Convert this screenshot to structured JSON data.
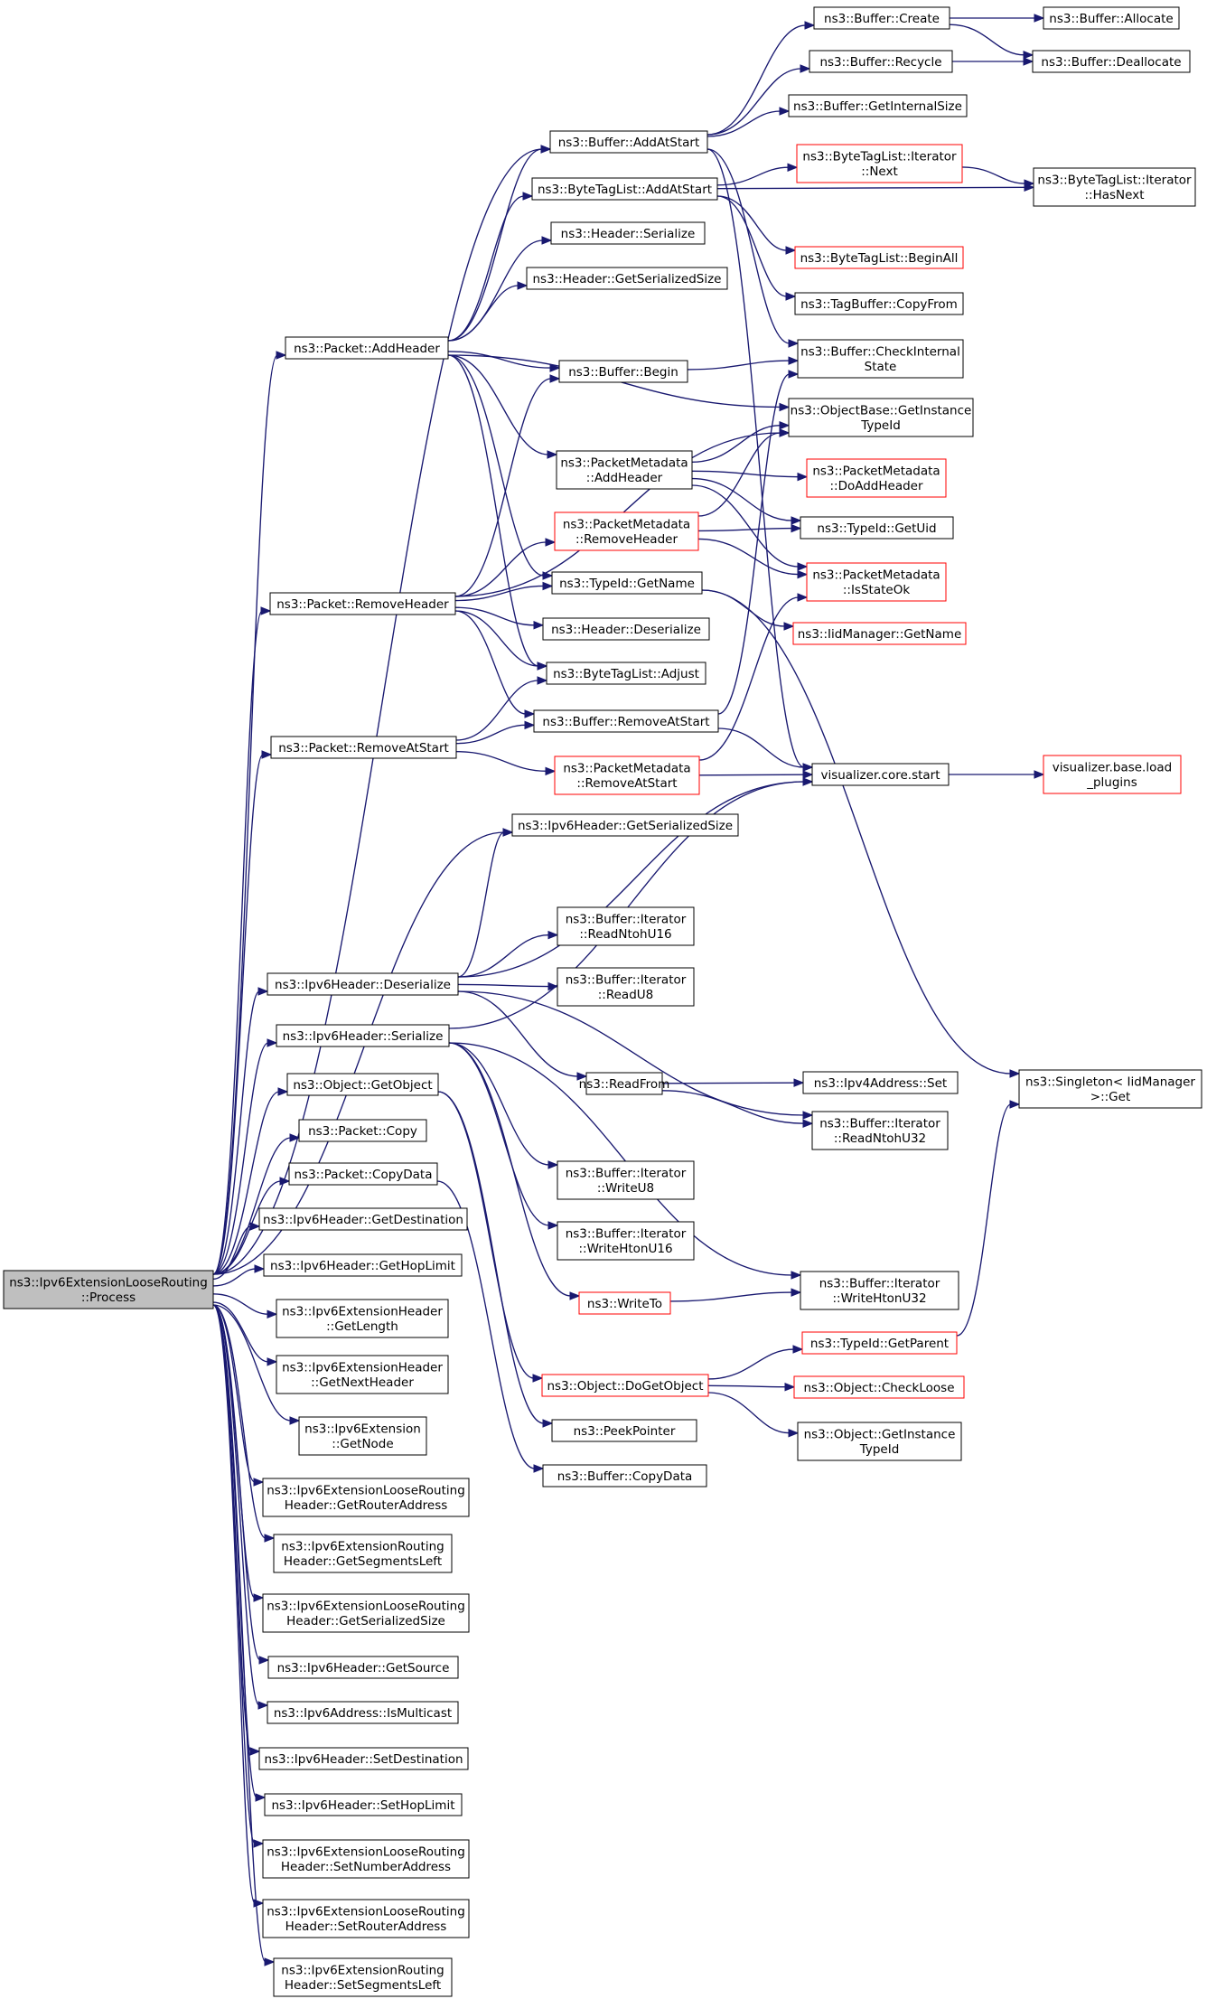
{
  "diagram": {
    "colors": {
      "edge": "#191970",
      "node_border": "#000000",
      "node_border_red": "#ff0000",
      "root_fill": "#bfbfbf",
      "node_fill": "#ffffff"
    },
    "nodes": [
      {
        "id": "root",
        "lines": [
          "ns3::Ipv6ExtensionLooseRouting",
          "::Process"
        ],
        "style": "root"
      },
      {
        "id": "buf_create",
        "lines": [
          "ns3::Buffer::Create"
        ]
      },
      {
        "id": "buf_allocate",
        "lines": [
          "ns3::Buffer::Allocate"
        ]
      },
      {
        "id": "buf_recycle",
        "lines": [
          "ns3::Buffer::Recycle"
        ]
      },
      {
        "id": "buf_deallocate",
        "lines": [
          "ns3::Buffer::Deallocate"
        ]
      },
      {
        "id": "buf_addatstart",
        "lines": [
          "ns3::Buffer::AddAtStart"
        ]
      },
      {
        "id": "buf_getinternalsize",
        "lines": [
          "ns3::Buffer::GetInternalSize"
        ]
      },
      {
        "id": "btl_it_next",
        "lines": [
          "ns3::ByteTagList::Iterator",
          "::Next"
        ],
        "style": "red"
      },
      {
        "id": "btl_addatstart",
        "lines": [
          "ns3::ByteTagList::AddAtStart"
        ]
      },
      {
        "id": "btl_it_hasnext",
        "lines": [
          "ns3::ByteTagList::Iterator",
          "::HasNext"
        ]
      },
      {
        "id": "hdr_serialize",
        "lines": [
          "ns3::Header::Serialize"
        ]
      },
      {
        "id": "btl_beginall",
        "lines": [
          "ns3::ByteTagList::BeginAll"
        ],
        "style": "red"
      },
      {
        "id": "hdr_getsersize",
        "lines": [
          "ns3::Header::GetSerializedSize"
        ]
      },
      {
        "id": "tagbuf_copyfrom",
        "lines": [
          "ns3::TagBuffer::CopyFrom"
        ]
      },
      {
        "id": "pkt_addheader",
        "lines": [
          "ns3::Packet::AddHeader"
        ]
      },
      {
        "id": "buf_checkinternal",
        "lines": [
          "ns3::Buffer::CheckInternal",
          "State"
        ]
      },
      {
        "id": "buf_begin",
        "lines": [
          "ns3::Buffer::Begin"
        ]
      },
      {
        "id": "obj_getinstancetypeid",
        "lines": [
          "ns3::ObjectBase::GetInstance",
          "TypeId"
        ]
      },
      {
        "id": "pm_addheader",
        "lines": [
          "ns3::PacketMetadata",
          "::AddHeader"
        ]
      },
      {
        "id": "pm_doaddheader",
        "lines": [
          "ns3::PacketMetadata",
          "::DoAddHeader"
        ],
        "style": "red"
      },
      {
        "id": "pm_removeheader",
        "lines": [
          "ns3::PacketMetadata",
          "::RemoveHeader"
        ],
        "style": "red"
      },
      {
        "id": "typeid_getuid",
        "lines": [
          "ns3::TypeId::GetUid"
        ]
      },
      {
        "id": "pkt_removeheader",
        "lines": [
          "ns3::Packet::RemoveHeader"
        ]
      },
      {
        "id": "typeid_getname",
        "lines": [
          "ns3::TypeId::GetName"
        ]
      },
      {
        "id": "pm_isstateok",
        "lines": [
          "ns3::PacketMetadata",
          "::IsStateOk"
        ],
        "style": "red"
      },
      {
        "id": "hdr_deserialize",
        "lines": [
          "ns3::Header::Deserialize"
        ]
      },
      {
        "id": "iid_getname",
        "lines": [
          "ns3::IidManager::GetName"
        ],
        "style": "red"
      },
      {
        "id": "btl_adjust",
        "lines": [
          "ns3::ByteTagList::Adjust"
        ]
      },
      {
        "id": "pkt_removeatstart",
        "lines": [
          "ns3::Packet::RemoveAtStart"
        ]
      },
      {
        "id": "buf_removeatstart",
        "lines": [
          "ns3::Buffer::RemoveAtStart"
        ]
      },
      {
        "id": "pm_removeatstart",
        "lines": [
          "ns3::PacketMetadata",
          "::RemoveAtStart"
        ],
        "style": "red"
      },
      {
        "id": "vis_start",
        "lines": [
          "visualizer.core.start"
        ]
      },
      {
        "id": "vis_load",
        "lines": [
          "visualizer.base.load",
          "_plugins"
        ],
        "style": "red"
      },
      {
        "id": "ipv6_getsersize",
        "lines": [
          "ns3::Ipv6Header::GetSerializedSize"
        ]
      },
      {
        "id": "it_readntohu16",
        "lines": [
          "ns3::Buffer::Iterator",
          "::ReadNtohU16"
        ]
      },
      {
        "id": "ipv6_deserialize",
        "lines": [
          "ns3::Ipv6Header::Deserialize"
        ]
      },
      {
        "id": "it_readu8",
        "lines": [
          "ns3::Buffer::Iterator",
          "::ReadU8"
        ]
      },
      {
        "id": "ipv6_serialize",
        "lines": [
          "ns3::Ipv6Header::Serialize"
        ]
      },
      {
        "id": "readfrom",
        "lines": [
          "ns3::ReadFrom"
        ]
      },
      {
        "id": "ipv4_set",
        "lines": [
          "ns3::Ipv4Address::Set"
        ]
      },
      {
        "id": "singleton_get",
        "lines": [
          "ns3::Singleton< IidManager",
          ">::Get"
        ]
      },
      {
        "id": "obj_getobject",
        "lines": [
          "ns3::Object::GetObject"
        ]
      },
      {
        "id": "it_readntohu32",
        "lines": [
          "ns3::Buffer::Iterator",
          "::ReadNtohU32"
        ]
      },
      {
        "id": "pkt_copy",
        "lines": [
          "ns3::Packet::Copy"
        ]
      },
      {
        "id": "it_writeu8",
        "lines": [
          "ns3::Buffer::Iterator",
          "::WriteU8"
        ]
      },
      {
        "id": "pkt_copydata",
        "lines": [
          "ns3::Packet::CopyData"
        ]
      },
      {
        "id": "ipv6_getdest",
        "lines": [
          "ns3::Ipv6Header::GetDestination"
        ]
      },
      {
        "id": "it_writehtonu16",
        "lines": [
          "ns3::Buffer::Iterator",
          "::WriteHtonU16"
        ]
      },
      {
        "id": "ipv6_gethoplimit",
        "lines": [
          "ns3::Ipv6Header::GetHopLimit"
        ]
      },
      {
        "id": "it_writehtonu32",
        "lines": [
          "ns3::Buffer::Iterator",
          "::WriteHtonU32"
        ]
      },
      {
        "id": "ext_getlength",
        "lines": [
          "ns3::Ipv6ExtensionHeader",
          "::GetLength"
        ]
      },
      {
        "id": "writeto",
        "lines": [
          "ns3::WriteTo"
        ],
        "style": "red"
      },
      {
        "id": "typeid_getparent",
        "lines": [
          "ns3::TypeId::GetParent"
        ],
        "style": "red"
      },
      {
        "id": "ext_getnextheader",
        "lines": [
          "ns3::Ipv6ExtensionHeader",
          "::GetNextHeader"
        ]
      },
      {
        "id": "obj_dogetobject",
        "lines": [
          "ns3::Object::DoGetObject"
        ],
        "style": "red"
      },
      {
        "id": "obj_checkloose",
        "lines": [
          "ns3::Object::CheckLoose"
        ],
        "style": "red"
      },
      {
        "id": "ext_getnode",
        "lines": [
          "ns3::Ipv6Extension",
          "::GetNode"
        ]
      },
      {
        "id": "obj_getinstancetypeid2",
        "lines": [
          "ns3::Object::GetInstance",
          "TypeId"
        ]
      },
      {
        "id": "peekpointer",
        "lines": [
          "ns3::PeekPointer"
        ]
      },
      {
        "id": "lr_getrouteraddr",
        "lines": [
          "ns3::Ipv6ExtensionLooseRouting",
          "Header::GetRouterAddress"
        ]
      },
      {
        "id": "buf_copydata",
        "lines": [
          "ns3::Buffer::CopyData"
        ]
      },
      {
        "id": "rt_getsegleft",
        "lines": [
          "ns3::Ipv6ExtensionRouting",
          "Header::GetSegmentsLeft"
        ]
      },
      {
        "id": "lr_getsersize",
        "lines": [
          "ns3::Ipv6ExtensionLooseRouting",
          "Header::GetSerializedSize"
        ]
      },
      {
        "id": "ipv6_getsource",
        "lines": [
          "ns3::Ipv6Header::GetSource"
        ]
      },
      {
        "id": "addr_ismulticast",
        "lines": [
          "ns3::Ipv6Address::IsMulticast"
        ]
      },
      {
        "id": "ipv6_setdest",
        "lines": [
          "ns3::Ipv6Header::SetDestination"
        ]
      },
      {
        "id": "ipv6_sethoplimit",
        "lines": [
          "ns3::Ipv6Header::SetHopLimit"
        ]
      },
      {
        "id": "lr_setnumaddr",
        "lines": [
          "ns3::Ipv6ExtensionLooseRouting",
          "Header::SetNumberAddress"
        ]
      },
      {
        "id": "lr_setrouteraddr",
        "lines": [
          "ns3::Ipv6ExtensionLooseRouting",
          "Header::SetRouterAddress"
        ]
      },
      {
        "id": "rt_setsegleft",
        "lines": [
          "ns3::Ipv6ExtensionRouting",
          "Header::SetSegmentsLeft"
        ]
      }
    ],
    "edges": [
      [
        "root",
        "buf_addatstart"
      ],
      [
        "root",
        "pkt_addheader"
      ],
      [
        "root",
        "pkt_removeheader"
      ],
      [
        "root",
        "pkt_removeatstart"
      ],
      [
        "root",
        "ipv6_getsersize"
      ],
      [
        "root",
        "ipv6_deserialize"
      ],
      [
        "root",
        "ipv6_serialize"
      ],
      [
        "root",
        "obj_getobject"
      ],
      [
        "root",
        "pkt_copy"
      ],
      [
        "root",
        "pkt_copydata"
      ],
      [
        "root",
        "ipv6_getdest"
      ],
      [
        "root",
        "ipv6_gethoplimit"
      ],
      [
        "root",
        "ext_getlength"
      ],
      [
        "root",
        "ext_getnextheader"
      ],
      [
        "root",
        "ext_getnode"
      ],
      [
        "root",
        "lr_getrouteraddr"
      ],
      [
        "root",
        "rt_getsegleft"
      ],
      [
        "root",
        "lr_getsersize"
      ],
      [
        "root",
        "ipv6_getsource"
      ],
      [
        "root",
        "addr_ismulticast"
      ],
      [
        "root",
        "ipv6_setdest"
      ],
      [
        "root",
        "ipv6_sethoplimit"
      ],
      [
        "root",
        "lr_setnumaddr"
      ],
      [
        "root",
        "lr_setrouteraddr"
      ],
      [
        "root",
        "rt_setsegleft"
      ],
      [
        "buf_addatstart",
        "buf_create"
      ],
      [
        "buf_addatstart",
        "buf_recycle"
      ],
      [
        "buf_addatstart",
        "buf_getinternalsize"
      ],
      [
        "buf_addatstart",
        "buf_checkinternal"
      ],
      [
        "buf_addatstart",
        "vis_start"
      ],
      [
        "buf_create",
        "buf_allocate"
      ],
      [
        "buf_create",
        "buf_deallocate"
      ],
      [
        "buf_recycle",
        "buf_deallocate"
      ],
      [
        "btl_addatstart",
        "btl_it_next"
      ],
      [
        "btl_addatstart",
        "btl_it_hasnext"
      ],
      [
        "btl_addatstart",
        "btl_beginall"
      ],
      [
        "btl_addatstart",
        "tagbuf_copyfrom"
      ],
      [
        "btl_it_next",
        "btl_it_hasnext"
      ],
      [
        "pkt_addheader",
        "buf_addatstart"
      ],
      [
        "pkt_addheader",
        "btl_addatstart"
      ],
      [
        "pkt_addheader",
        "hdr_serialize"
      ],
      [
        "pkt_addheader",
        "hdr_getsersize"
      ],
      [
        "pkt_addheader",
        "buf_begin"
      ],
      [
        "pkt_addheader",
        "obj_getinstancetypeid"
      ],
      [
        "pkt_addheader",
        "pm_addheader"
      ],
      [
        "pkt_addheader",
        "typeid_getname"
      ],
      [
        "pkt_addheader",
        "btl_adjust"
      ],
      [
        "buf_begin",
        "buf_checkinternal"
      ],
      [
        "pm_addheader",
        "obj_getinstancetypeid"
      ],
      [
        "pm_addheader",
        "pm_doaddheader"
      ],
      [
        "pm_addheader",
        "typeid_getuid"
      ],
      [
        "pm_addheader",
        "pm_isstateok"
      ],
      [
        "pm_removeheader",
        "typeid_getuid"
      ],
      [
        "pm_removeheader",
        "pm_isstateok"
      ],
      [
        "pm_removeheader",
        "obj_getinstancetypeid"
      ],
      [
        "typeid_getname",
        "iid_getname"
      ],
      [
        "typeid_getname",
        "singleton_get"
      ],
      [
        "pkt_removeheader",
        "buf_begin"
      ],
      [
        "pkt_removeheader",
        "obj_getinstancetypeid"
      ],
      [
        "pkt_removeheader",
        "pm_removeheader"
      ],
      [
        "pkt_removeheader",
        "typeid_getname"
      ],
      [
        "pkt_removeheader",
        "hdr_deserialize"
      ],
      [
        "pkt_removeheader",
        "btl_adjust"
      ],
      [
        "pkt_removeheader",
        "buf_removeatstart"
      ],
      [
        "pkt_removeatstart",
        "btl_adjust"
      ],
      [
        "pkt_removeatstart",
        "buf_removeatstart"
      ],
      [
        "pkt_removeatstart",
        "pm_removeatstart"
      ],
      [
        "buf_removeatstart",
        "buf_checkinternal"
      ],
      [
        "buf_removeatstart",
        "vis_start"
      ],
      [
        "pm_removeatstart",
        "vis_start"
      ],
      [
        "pm_removeatstart",
        "pm_isstateok"
      ],
      [
        "vis_start",
        "vis_load"
      ],
      [
        "ipv6_deserialize",
        "ipv6_getsersize"
      ],
      [
        "ipv6_deserialize",
        "vis_start"
      ],
      [
        "ipv6_deserialize",
        "it_readntohu16"
      ],
      [
        "ipv6_deserialize",
        "it_readu8"
      ],
      [
        "ipv6_deserialize",
        "readfrom"
      ],
      [
        "ipv6_deserialize",
        "it_readntohu32"
      ],
      [
        "ipv6_serialize",
        "vis_start"
      ],
      [
        "ipv6_serialize",
        "it_writeu8"
      ],
      [
        "ipv6_serialize",
        "it_writehtonu16"
      ],
      [
        "ipv6_serialize",
        "it_writehtonu32"
      ],
      [
        "ipv6_serialize",
        "writeto"
      ],
      [
        "readfrom",
        "ipv4_set"
      ],
      [
        "readfrom",
        "it_readntohu32"
      ],
      [
        "writeto",
        "it_writehtonu32"
      ],
      [
        "obj_getobject",
        "obj_dogetobject"
      ],
      [
        "obj_getobject",
        "peekpointer"
      ],
      [
        "obj_dogetobject",
        "typeid_getparent"
      ],
      [
        "obj_dogetobject",
        "obj_checkloose"
      ],
      [
        "obj_dogetobject",
        "obj_getinstancetypeid2"
      ],
      [
        "typeid_getparent",
        "singleton_get"
      ],
      [
        "pkt_copydata",
        "buf_copydata"
      ]
    ]
  }
}
